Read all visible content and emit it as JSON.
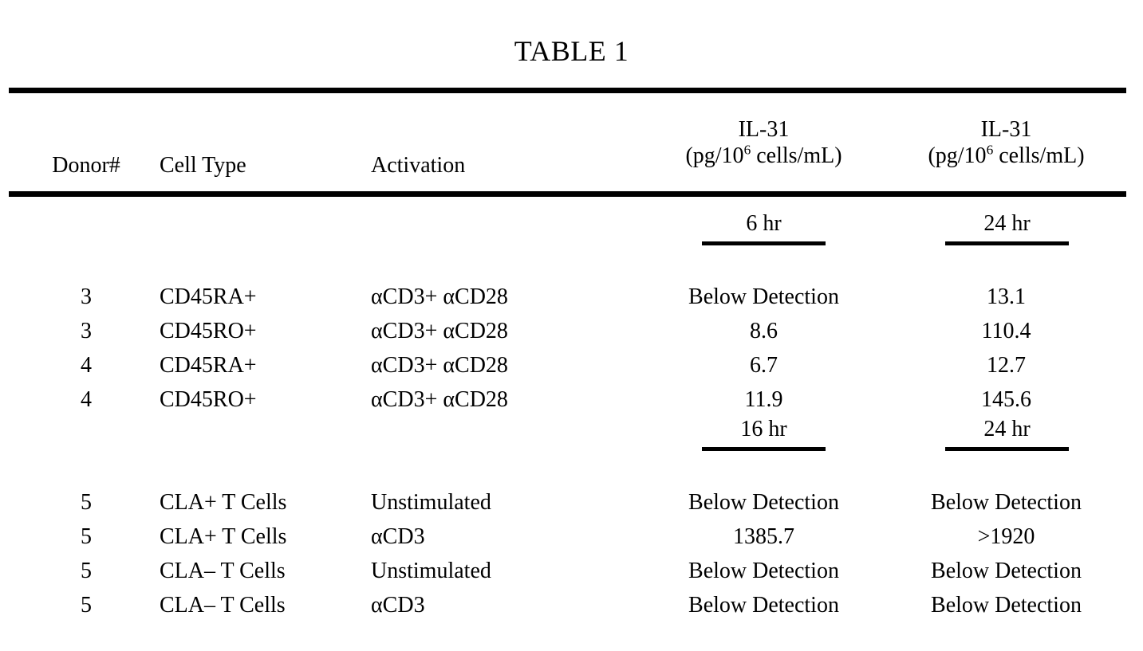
{
  "document": {
    "title": "TABLE 1"
  },
  "table": {
    "headers": {
      "donor": "Donor#",
      "cell_type": "Cell Type",
      "activation": "Activation",
      "il31_name": "IL-31",
      "il31_unit_prefix": "(pg/10",
      "il31_unit_sup": "6",
      "il31_unit_suffix": " cells/mL)"
    },
    "sections": [
      {
        "time_header_col1": "6 hr",
        "time_header_col2": "24 hr",
        "rows": [
          {
            "donor": "3",
            "cell_type": "CD45RA+",
            "activation": "αCD3+ αCD28",
            "value_col1": "Below Detection",
            "value_col2": "13.1"
          },
          {
            "donor": "3",
            "cell_type": "CD45RO+",
            "activation": "αCD3+ αCD28",
            "value_col1": "8.6",
            "value_col2": "110.4"
          },
          {
            "donor": "4",
            "cell_type": "CD45RA+",
            "activation": "αCD3+ αCD28",
            "value_col1": "6.7",
            "value_col2": "12.7"
          },
          {
            "donor": "4",
            "cell_type": "CD45RO+",
            "activation": "αCD3+ αCD28",
            "value_col1": "11.9",
            "value_col2": "145.6"
          }
        ]
      },
      {
        "time_header_col1": "16 hr",
        "time_header_col2": "24 hr",
        "rows": [
          {
            "donor": "5",
            "cell_type": "CLA+ T Cells",
            "activation": "Unstimulated",
            "value_col1": "Below Detection",
            "value_col2": "Below Detection"
          },
          {
            "donor": "5",
            "cell_type": "CLA+ T Cells",
            "activation": "αCD3",
            "value_col1": "1385.7",
            "value_col2": ">1920"
          },
          {
            "donor": "5",
            "cell_type": "CLA– T Cells",
            "activation": "Unstimulated",
            "value_col1": "Below Detection",
            "value_col2": "Below Detection"
          },
          {
            "donor": "5",
            "cell_type": "CLA– T Cells",
            "activation": "αCD3",
            "value_col1": "Below Detection",
            "value_col2": "Below Detection"
          }
        ]
      }
    ]
  },
  "colors": {
    "ink": "#000000",
    "paper": "#ffffff"
  }
}
